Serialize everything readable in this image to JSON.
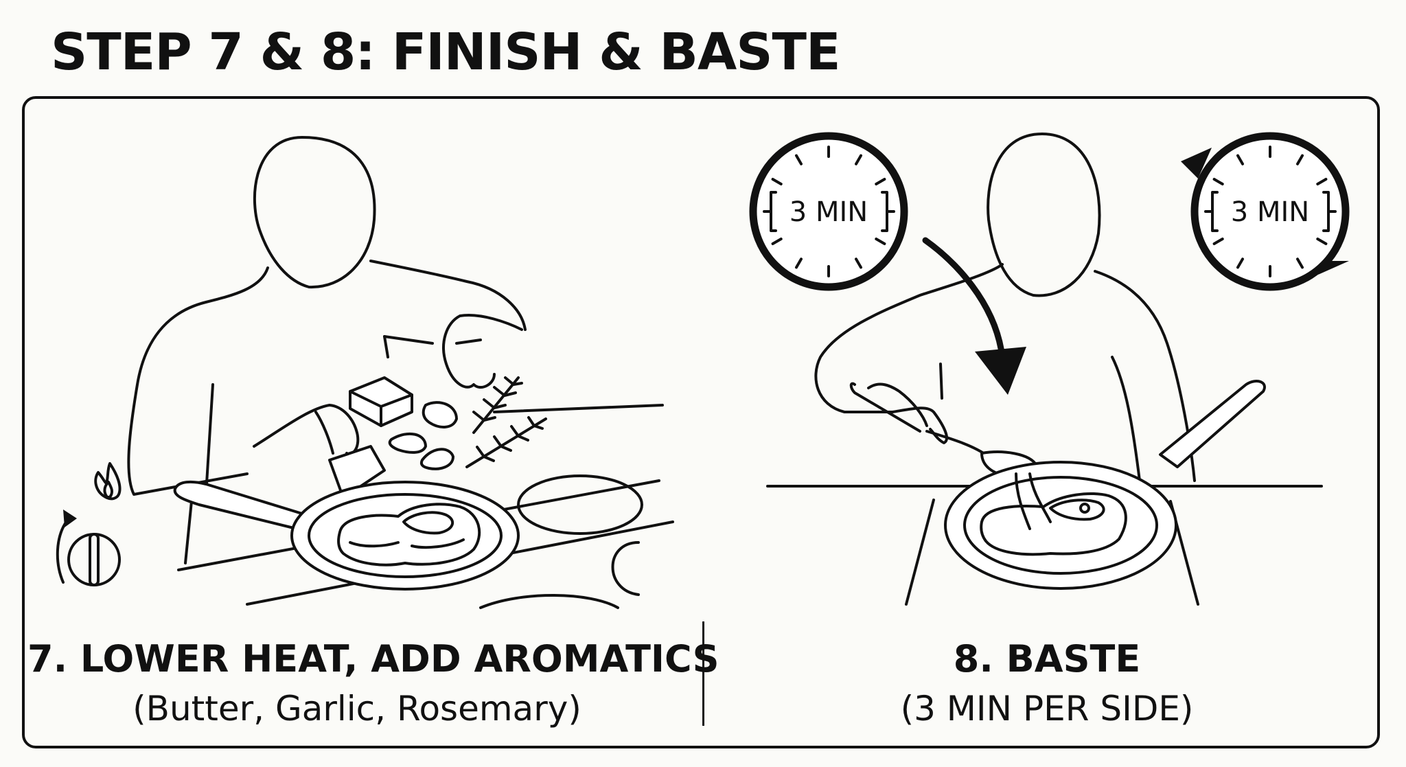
{
  "title": "STEP 7 & 8: FINISH & BASTE",
  "steps": [
    {
      "heading": "7. LOWER HEAT, ADD AROMATICS",
      "subheading": "(Butter, Garlic, Rosemary)"
    },
    {
      "heading": "8. BASTE",
      "subheading": "(3 MIN PER SIDE)"
    }
  ],
  "timers": [
    {
      "label": "3 MIN",
      "style": "plain"
    },
    {
      "label": "3 MIN",
      "style": "flip-arrows"
    }
  ],
  "icons": [
    "flame-icon",
    "stove-knob-icon",
    "rotate-arrow-icon",
    "down-arrow-icon",
    "timer-icon",
    "flip-timer-icon"
  ]
}
